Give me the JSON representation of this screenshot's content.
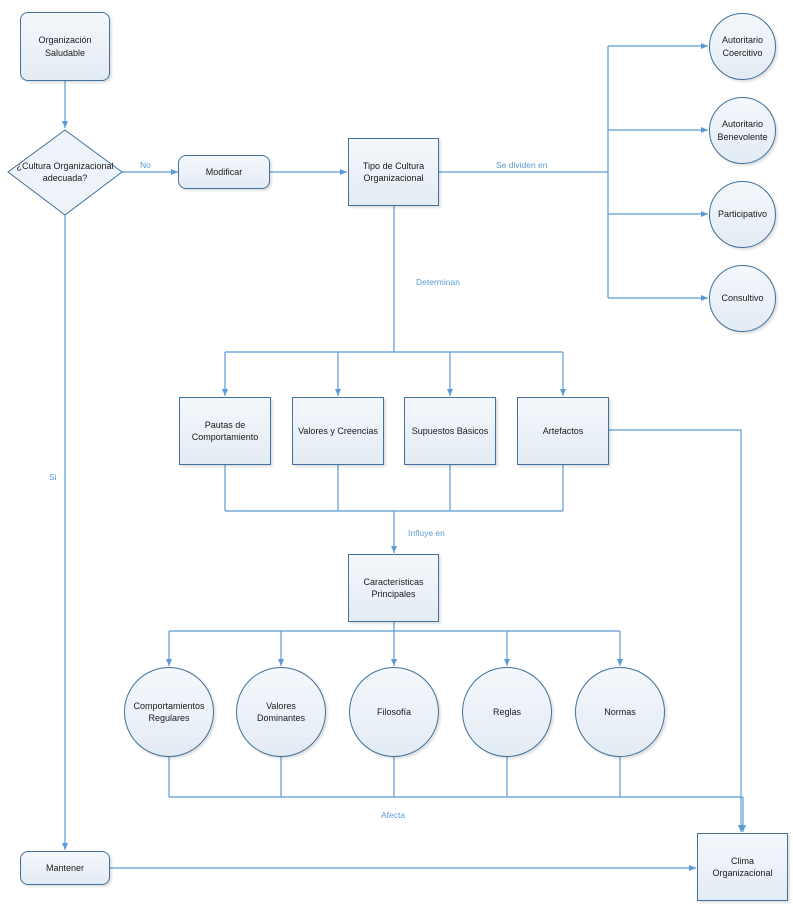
{
  "nodes": {
    "org_saludable": "Organización\nSaludable",
    "decision": "¿Cultura Organizacional\nadecuada?",
    "modificar": "Modificar",
    "tipo_cultura": "Tipo de Cultura\nOrganizacional",
    "autoritario_coercitivo": "Autoritario\nCoercitivo",
    "autoritario_benevolente": "Autoritario\nBenevolente",
    "participativo": "Participativo",
    "consultivo": "Consultivo",
    "pautas": "Pautas de\nComportamiento",
    "valores_creencias": "Valores y Creencias",
    "supuestos": "Supuestos Básicos",
    "artefactos": "Artefactos",
    "caracteristicas": "Características\nPrincipales",
    "comportamientos": "Comportamientos\nRegulares",
    "valores_dominantes": "Valores\nDominantes",
    "filosofia": "Filosofía",
    "reglas": "Reglas",
    "normas": "Normas",
    "mantener": "Mantener",
    "clima": "Clima Organizacional"
  },
  "edge_labels": {
    "no": "No",
    "si": "Si",
    "se_dividen": "Se dividen en",
    "determinan": "Determinan",
    "influye": "Influye en",
    "afecta": "Afecta"
  },
  "colors": {
    "line": "#5b9bd5",
    "border": "#41719c",
    "label": "#5b9bd5"
  }
}
